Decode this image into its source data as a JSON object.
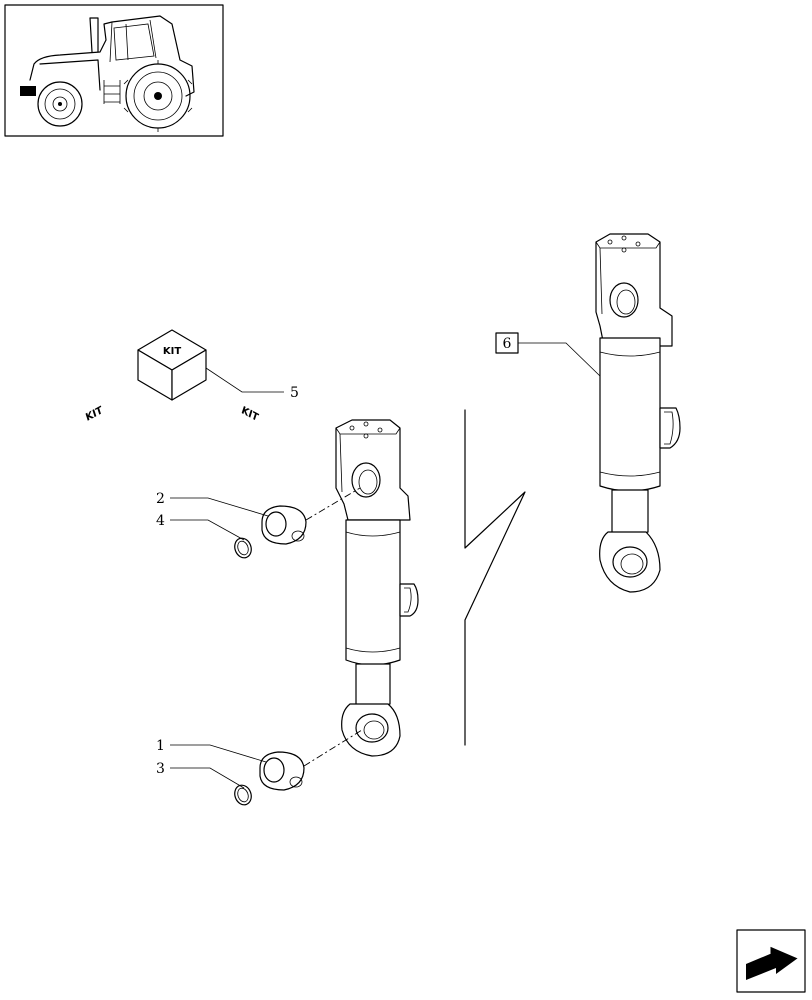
{
  "callouts": {
    "c1": "1",
    "c2": "2",
    "c3": "3",
    "c4": "4",
    "c5": "5",
    "c6": "6"
  },
  "kit_labels": {
    "top": "KIT",
    "left": "KIT",
    "right": "KIT"
  },
  "icons": {
    "thumbnail": "tractor-thumbnail-icon",
    "navigation": "next-page-arrow-icon"
  }
}
